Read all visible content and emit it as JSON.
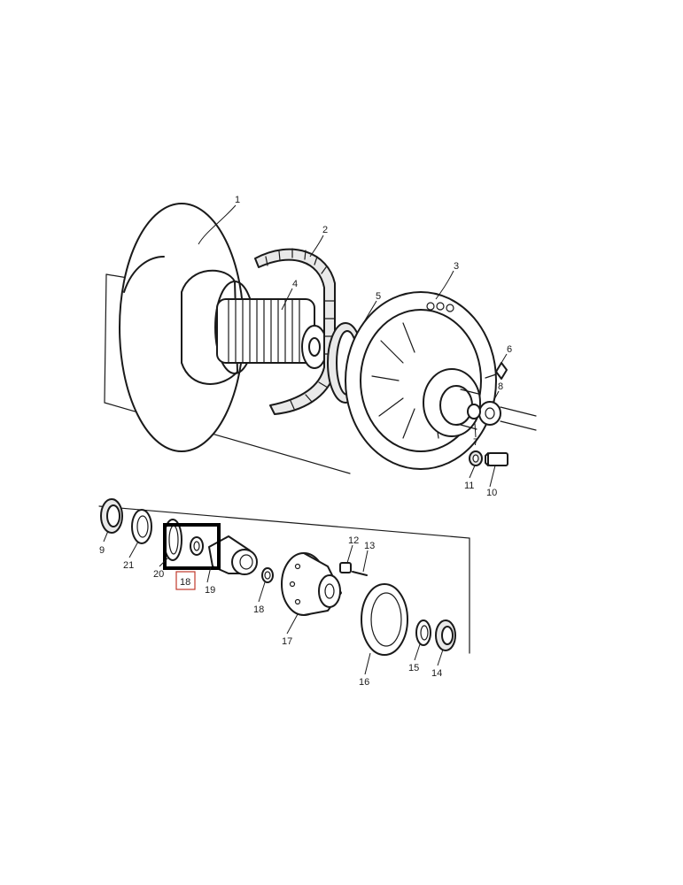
{
  "labels": {
    "p1": "1",
    "p2": "2",
    "p3": "3",
    "p4": "4",
    "p5": "5",
    "p6": "6",
    "p7": "7",
    "p8": "8",
    "p9": "9",
    "p10": "10",
    "p11": "11",
    "p12": "12",
    "p13": "13",
    "p14": "14",
    "p15": "15",
    "p16": "16",
    "p17": "17",
    "p18a": "18",
    "p18b": "18",
    "p19": "19",
    "p20": "20",
    "p21": "21"
  },
  "colors": {
    "line": "#1a1a1a",
    "highlight_box": "#000000",
    "highlight_label_box": "#c0392b"
  }
}
